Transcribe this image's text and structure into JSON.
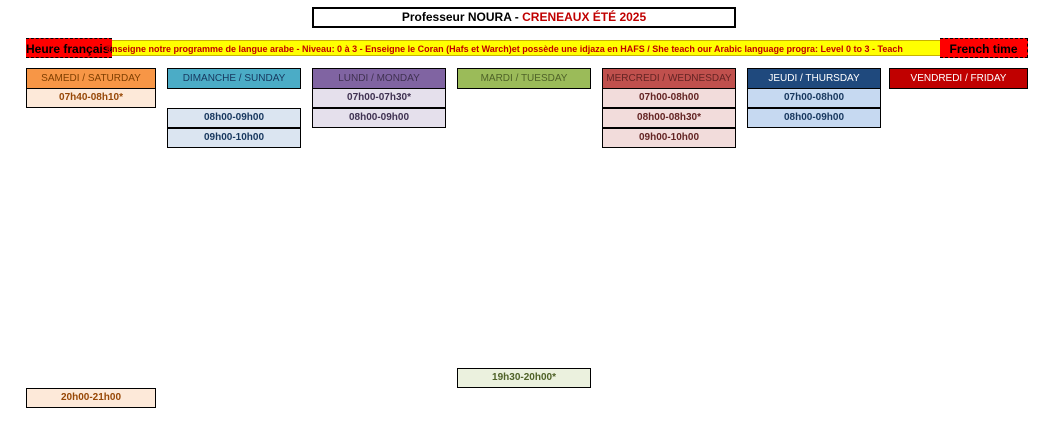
{
  "title": {
    "teacher": "Professeur NOURA",
    "separator": " - ",
    "session": "CRENEAUX ÉTÉ 2025"
  },
  "banner": {
    "left": "Heure française",
    "middle": "Enseigne notre programme de langue arabe - Niveau: 0 à 3  - Enseigne le Coran (Hafs et Warch)et possède une idjaza en HAFS / She teach our Arabic language progra: Level 0 to 3 - Teach",
    "right": "French time"
  },
  "days": [
    {
      "label": "SAMEDI / SATURDAY",
      "header_bg": "#f79646",
      "header_color": "#7f3f00",
      "slot_bg": "#fde9d9",
      "slot_color": "#974706"
    },
    {
      "label": "DIMANCHE / SUNDAY",
      "header_bg": "#4bacc6",
      "header_color": "#17375e",
      "slot_bg": "#dbe5f1",
      "slot_color": "#17375e"
    },
    {
      "label": "LUNDI / MONDAY",
      "header_bg": "#8064a2",
      "header_color": "#3f3151",
      "slot_bg": "#e5e0ec",
      "slot_color": "#3f3151"
    },
    {
      "label": "MARDI / TUESDAY",
      "header_bg": "#9bbb59",
      "header_color": "#4f6228",
      "slot_bg": "#ebf1de",
      "slot_color": "#4f6228"
    },
    {
      "label": "MERCREDI / WEDNESDAY",
      "header_bg": "#c0504d",
      "header_color": "#632423",
      "slot_bg": "#f2dcdb",
      "slot_color": "#632423"
    },
    {
      "label": "JEUDI / THURSDAY",
      "header_bg": "#1f497d",
      "header_color": "#ffffff",
      "slot_bg": "#c6d9f1",
      "slot_color": "#17375e"
    },
    {
      "label": "VENDREDI / FRIDAY",
      "header_bg": "#c00000",
      "header_color": "#ffffff",
      "slot_bg": "#f2dcdb",
      "slot_color": "#632423"
    }
  ],
  "slots": [
    {
      "day": 0,
      "row": 0,
      "label": "07h40-08h10*"
    },
    {
      "day": 0,
      "row": 15,
      "label": "20h00-21h00"
    },
    {
      "day": 1,
      "row": 1,
      "label": "08h00-09h00"
    },
    {
      "day": 1,
      "row": 2,
      "label": "09h00-10h00"
    },
    {
      "day": 2,
      "row": 0,
      "label": "07h00-07h30*"
    },
    {
      "day": 2,
      "row": 1,
      "label": "08h00-09h00"
    },
    {
      "day": 3,
      "row": 14,
      "label": "19h30-20h00*"
    },
    {
      "day": 4,
      "row": 0,
      "label": "07h00-08h00"
    },
    {
      "day": 4,
      "row": 1,
      "label": "08h00-08h30*"
    },
    {
      "day": 4,
      "row": 2,
      "label": "09h00-10h00"
    },
    {
      "day": 5,
      "row": 0,
      "label": "07h00-08h00"
    },
    {
      "day": 5,
      "row": 1,
      "label": "08h00-09h00"
    }
  ]
}
